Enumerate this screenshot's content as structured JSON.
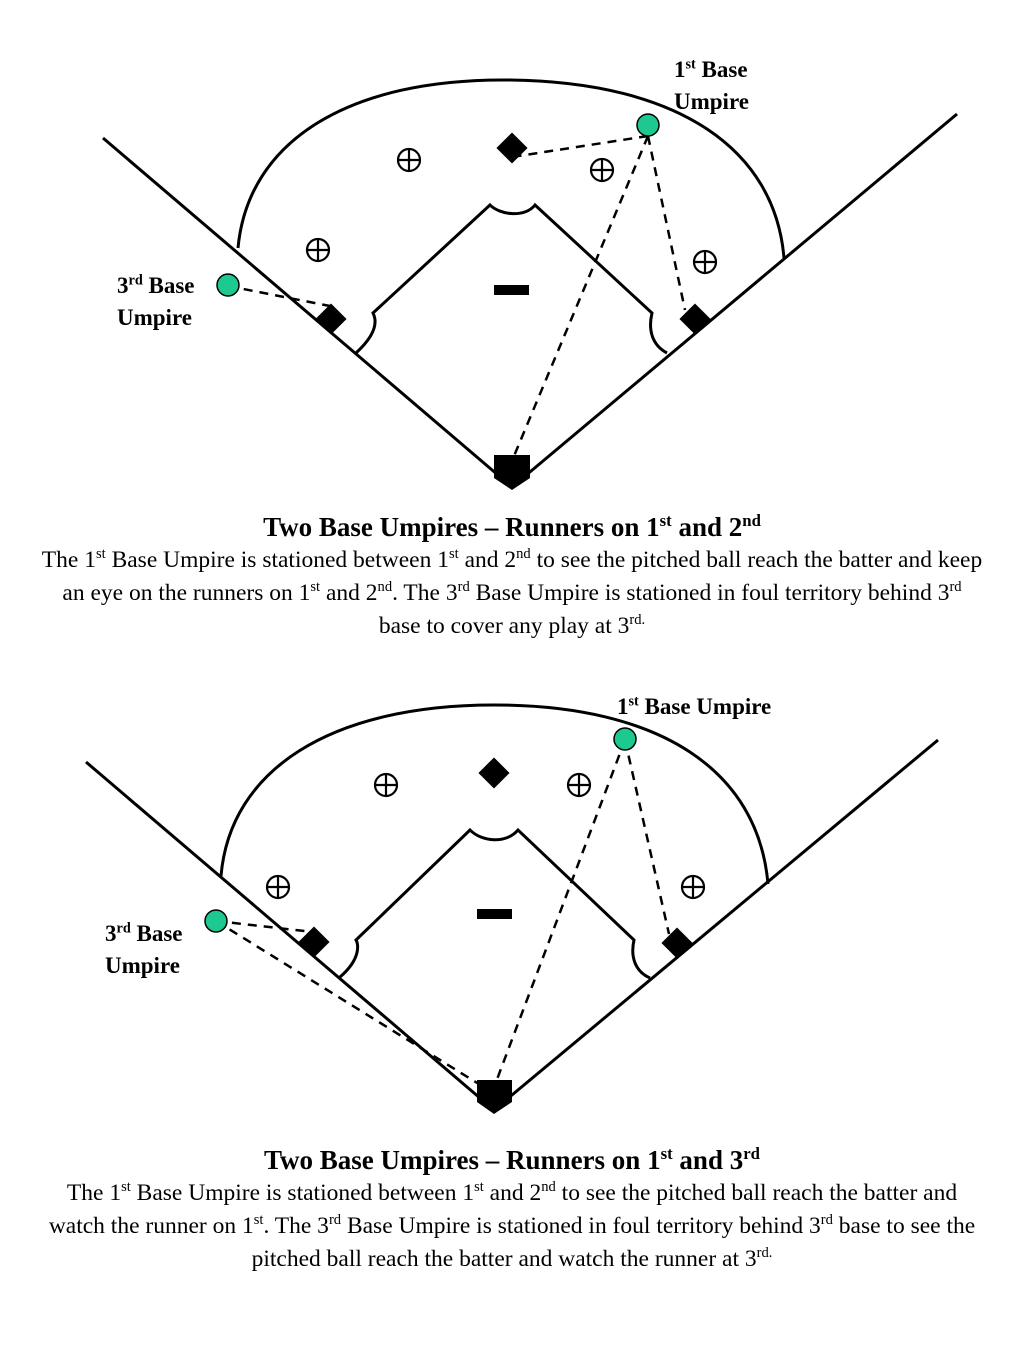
{
  "diagram1": {
    "first_base_umpire_label": [
      "1",
      "st",
      " Base",
      "Umpire"
    ],
    "third_base_umpire_label": [
      "3",
      "rd",
      " Base",
      "Umpire"
    ],
    "title": [
      "Two Base Umpires – Runners on 1",
      "st",
      " and 2",
      "nd"
    ],
    "description": [
      "The 1",
      "st",
      " Base Umpire is stationed between 1",
      "st",
      " and 2",
      "nd",
      " to see the pitched ball reach the batter and keep an eye on the runners on 1",
      "st",
      " and 2",
      "nd",
      ".  The 3",
      "rd",
      " Base Umpire is stationed in foul territory behind 3",
      "rd",
      " base to cover any play at 3",
      "rd."
    ]
  },
  "diagram2": {
    "first_base_umpire_label": [
      "1",
      "st",
      " Base Umpire"
    ],
    "third_base_umpire_label": [
      "3",
      "rd",
      " Base",
      "Umpire"
    ],
    "title": [
      "Two Base Umpires – Runners on 1",
      "st",
      " and 3",
      "rd"
    ],
    "description": [
      "The 1",
      "st",
      " Base Umpire is stationed between 1",
      "st",
      " and 2",
      "nd",
      " to see the pitched ball reach the batter and watch the runner on 1",
      "st",
      ".  The 3",
      "rd",
      " Base Umpire is stationed in foul territory behind 3",
      "rd",
      " base to see the pitched ball reach the batter and watch the runner at 3",
      "rd."
    ]
  },
  "colors": {
    "umpire": "#1ec891",
    "ink": "#000000"
  },
  "icons": {
    "fielder": "circled-plus-icon",
    "pitcher": "minus-icon",
    "base": "diamond-icon",
    "home_plate": "home-plate-icon",
    "umpire": "umpire-dot-icon"
  }
}
